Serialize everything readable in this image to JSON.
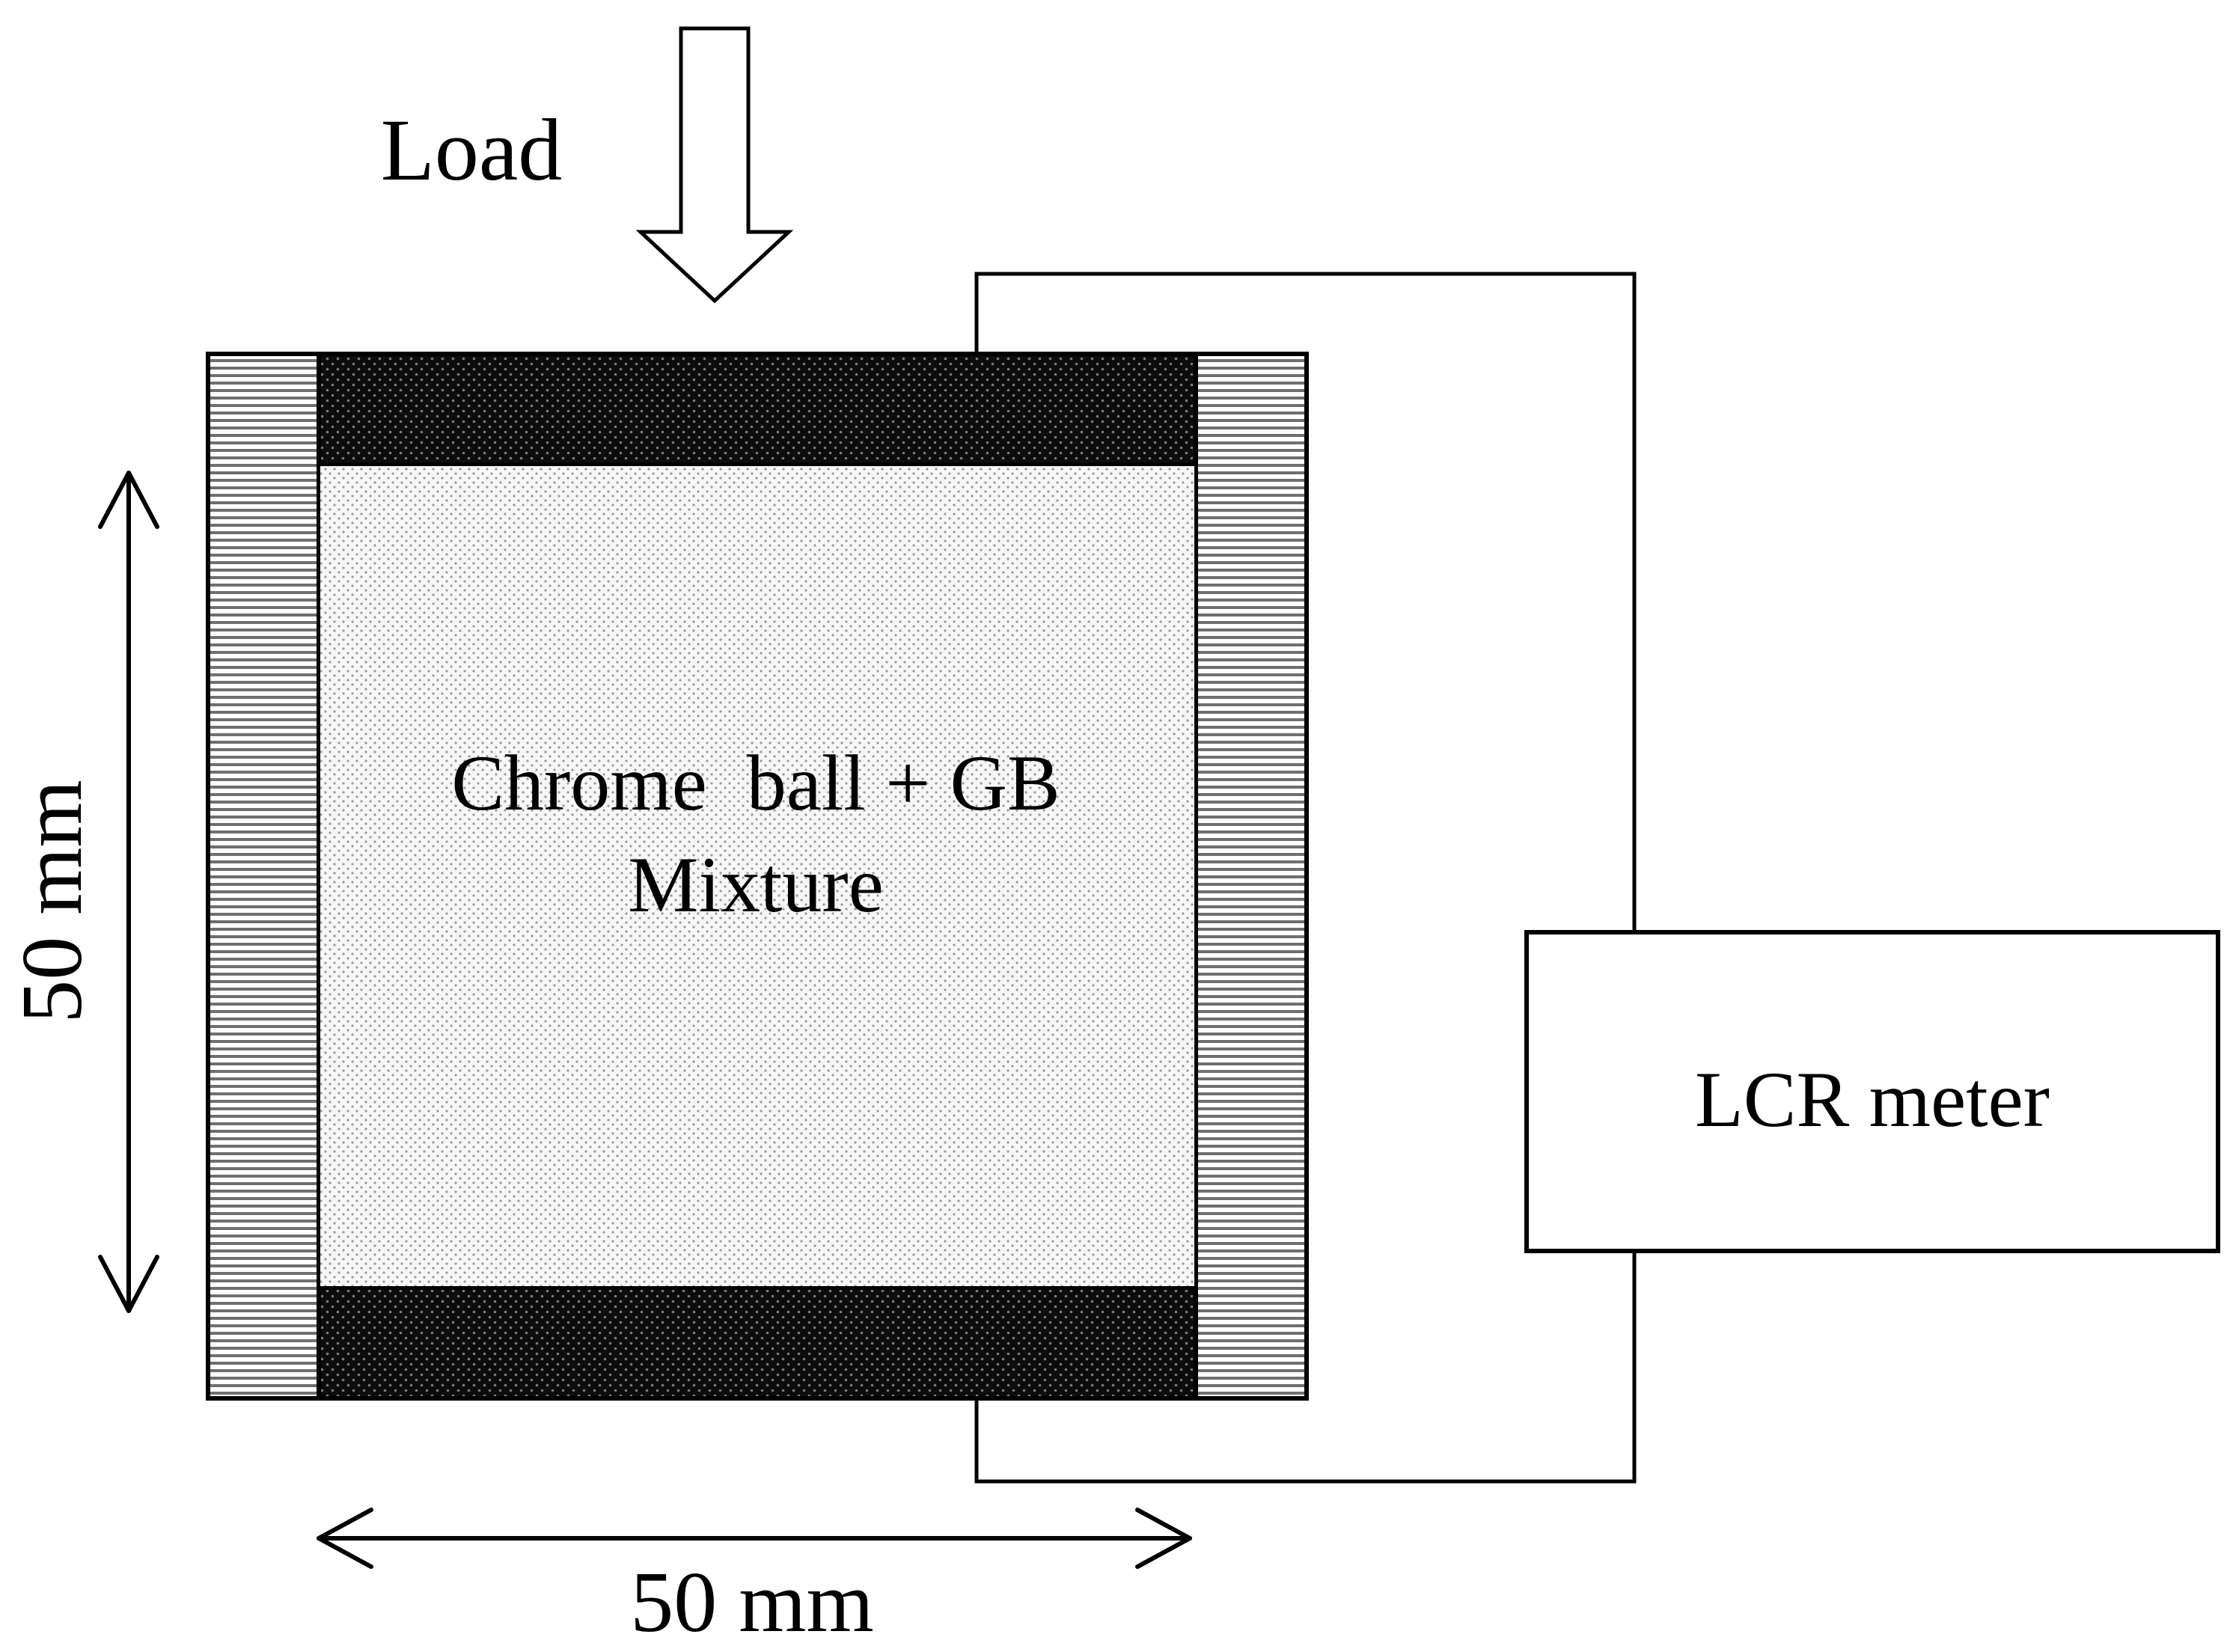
{
  "diagram": {
    "load_label": "Load",
    "sample_label_line1": "Chrome  ball + GB",
    "sample_label_line2": "Mixture",
    "instrument_label": "LCR meter",
    "height_dimension_label": "50 mm",
    "width_dimension_label": "50 mm"
  },
  "colors": {
    "line": "#000000",
    "background": "#ffffff",
    "mixture_fill": "#f2f2f2",
    "electrode_fill": "#111111",
    "wall_stripe": "#777777"
  },
  "icons": {
    "load_arrow": "hollow-down-arrow-icon",
    "dimension_arrow": "double-headed-arrow-icon"
  }
}
